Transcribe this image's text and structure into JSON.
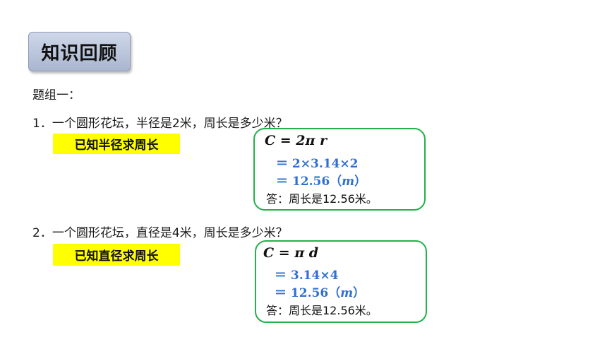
{
  "title": "知识回顾",
  "group_label": "题组一：",
  "problems": [
    {
      "question": "1．一个圆形花坛，半径是2米，周长是多少米？",
      "hint": "已知半径求周长",
      "formula": "C = 2π r",
      "step1": "＝ 2×3.14×2",
      "step2_value": "＝ 12.56",
      "step2_unit_open": "（",
      "step2_unit": "m",
      "step2_unit_close": "）",
      "answer": "答：周长是12.56米。"
    },
    {
      "question": "2．一个圆形花坛，直径是4米，周长是多少米？",
      "hint": "已知直径求周长",
      "formula": "C = π d",
      "step1": "＝ 3.14×4",
      "step2_value": "＝ 12.56",
      "step2_unit_open": "（",
      "step2_unit": "m",
      "step2_unit_close": "）",
      "answer": "答：周长是12.56米。"
    }
  ],
  "colors": {
    "title_bg": "#aab6cf",
    "highlight": "#ffff00",
    "box_border": "#22b14c",
    "calc_text": "#2f6fd0"
  }
}
